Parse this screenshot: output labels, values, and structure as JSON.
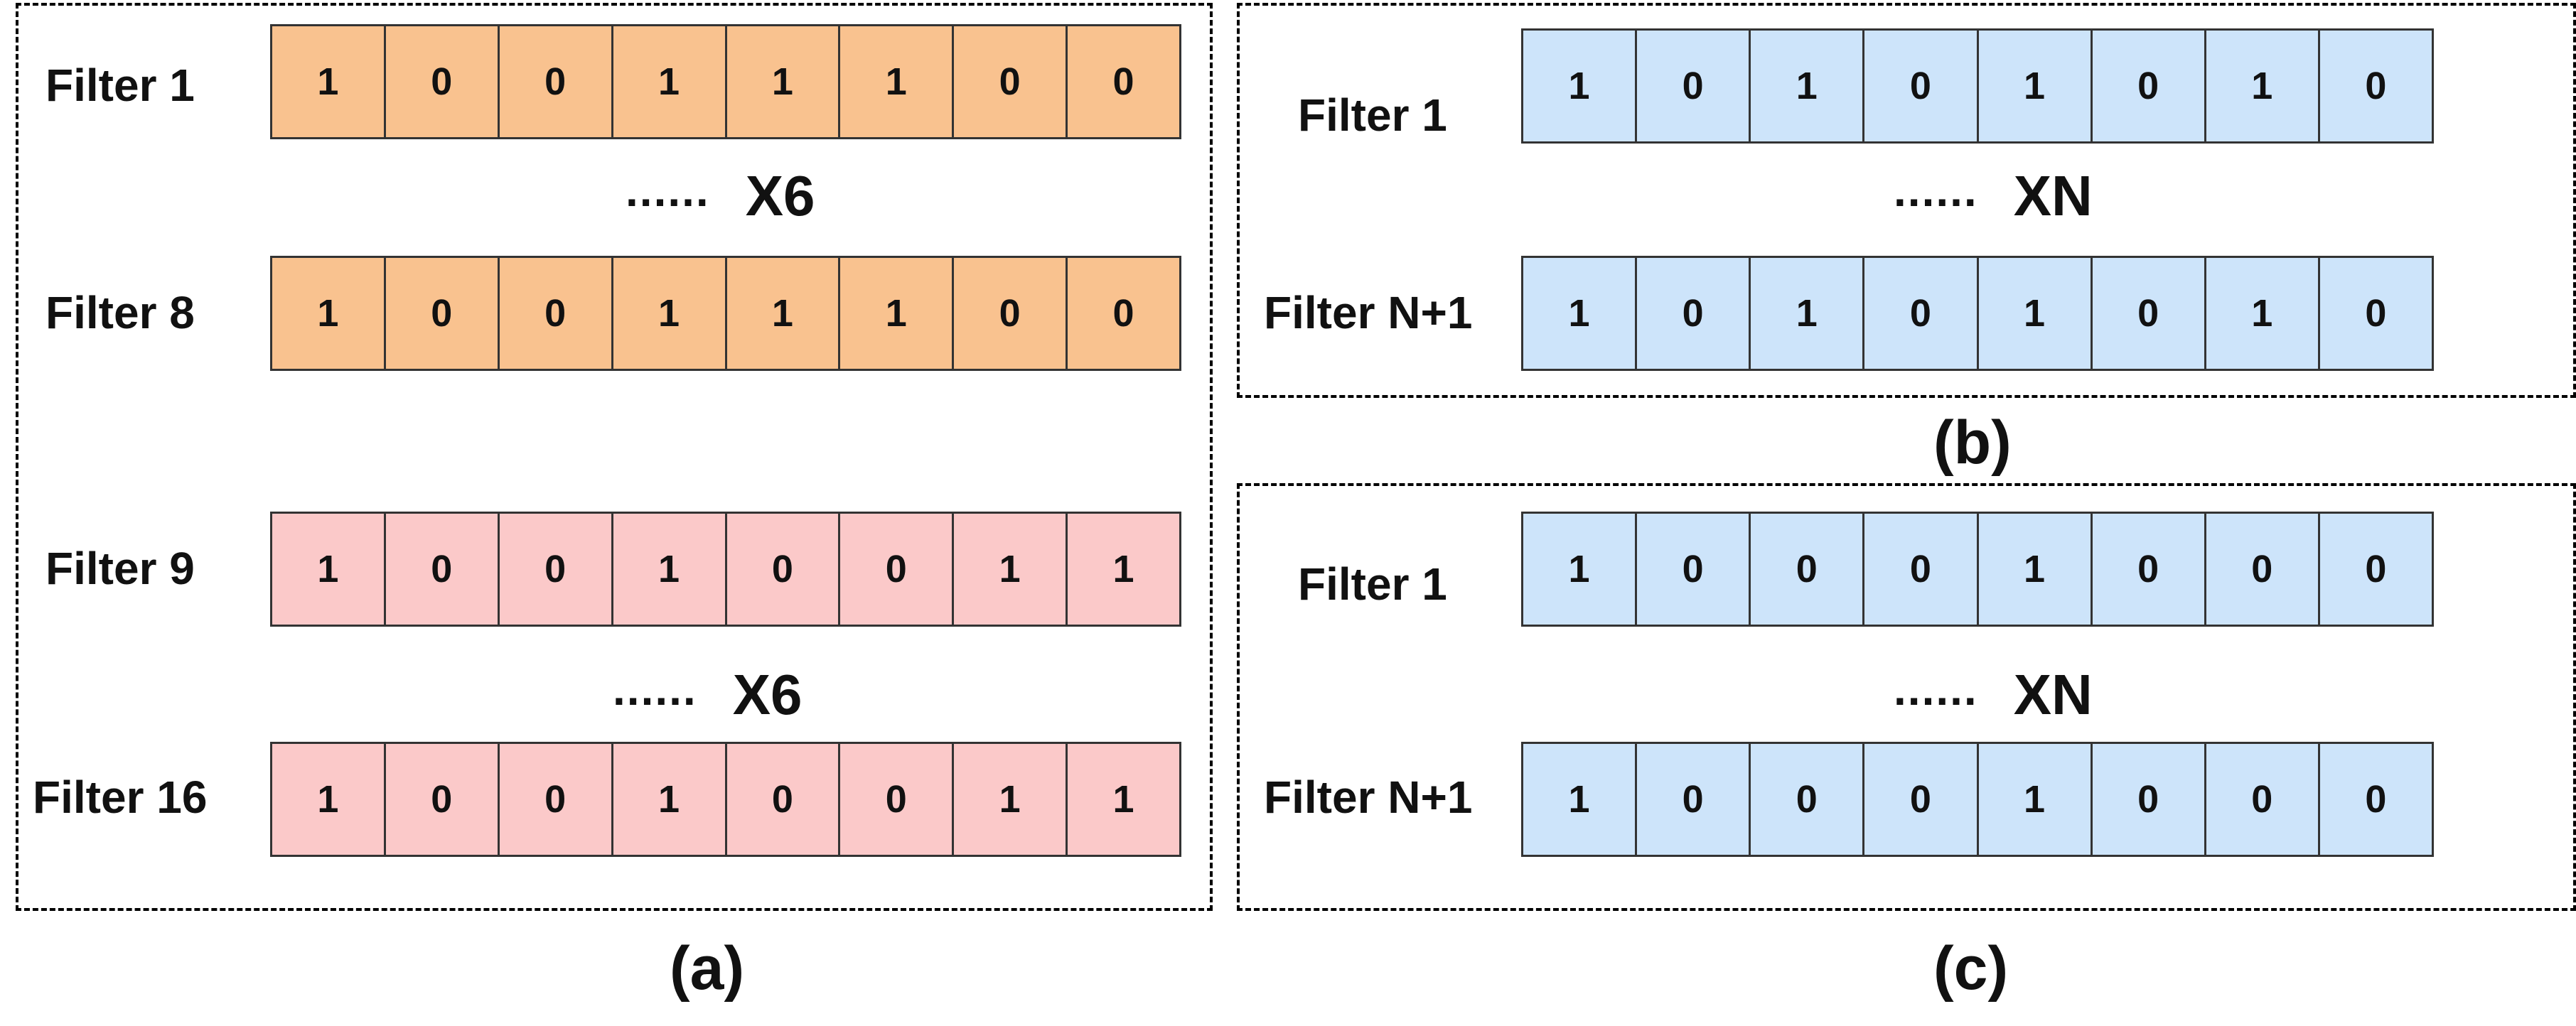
{
  "panel_a": {
    "group_orange": {
      "first_label": "Filter 1",
      "first_bits": [
        "1",
        "0",
        "0",
        "1",
        "1",
        "1",
        "0",
        "0"
      ],
      "dots": "......",
      "repeat": "X6",
      "last_label": "Filter 8",
      "last_bits": [
        "1",
        "0",
        "0",
        "1",
        "1",
        "1",
        "0",
        "0"
      ]
    },
    "group_pink": {
      "first_label": "Filter 9",
      "first_bits": [
        "1",
        "0",
        "0",
        "1",
        "0",
        "0",
        "1",
        "1"
      ],
      "dots": "......",
      "repeat": "X6",
      "last_label": "Filter 16",
      "last_bits": [
        "1",
        "0",
        "0",
        "1",
        "0",
        "0",
        "1",
        "1"
      ]
    },
    "caption": "(a)"
  },
  "panel_b": {
    "first_label": "Filter 1",
    "first_bits": [
      "1",
      "0",
      "1",
      "0",
      "1",
      "0",
      "1",
      "0"
    ],
    "dots": "......",
    "repeat": "XN",
    "last_label": "Filter N+1",
    "last_bits": [
      "1",
      "0",
      "1",
      "0",
      "1",
      "0",
      "1",
      "0"
    ],
    "caption": "(b)"
  },
  "panel_c": {
    "first_label": "Filter 1",
    "first_bits": [
      "1",
      "0",
      "0",
      "0",
      "1",
      "0",
      "0",
      "0"
    ],
    "dots": "......",
    "repeat": "XN",
    "last_label": "Filter N+1",
    "last_bits": [
      "1",
      "0",
      "0",
      "0",
      "1",
      "0",
      "0",
      "0"
    ],
    "caption": "(c)"
  },
  "colors": {
    "orange_fill": "#f9c28f",
    "pink_fill": "#fbc9c9",
    "blue_fill": "#cde4fa"
  }
}
